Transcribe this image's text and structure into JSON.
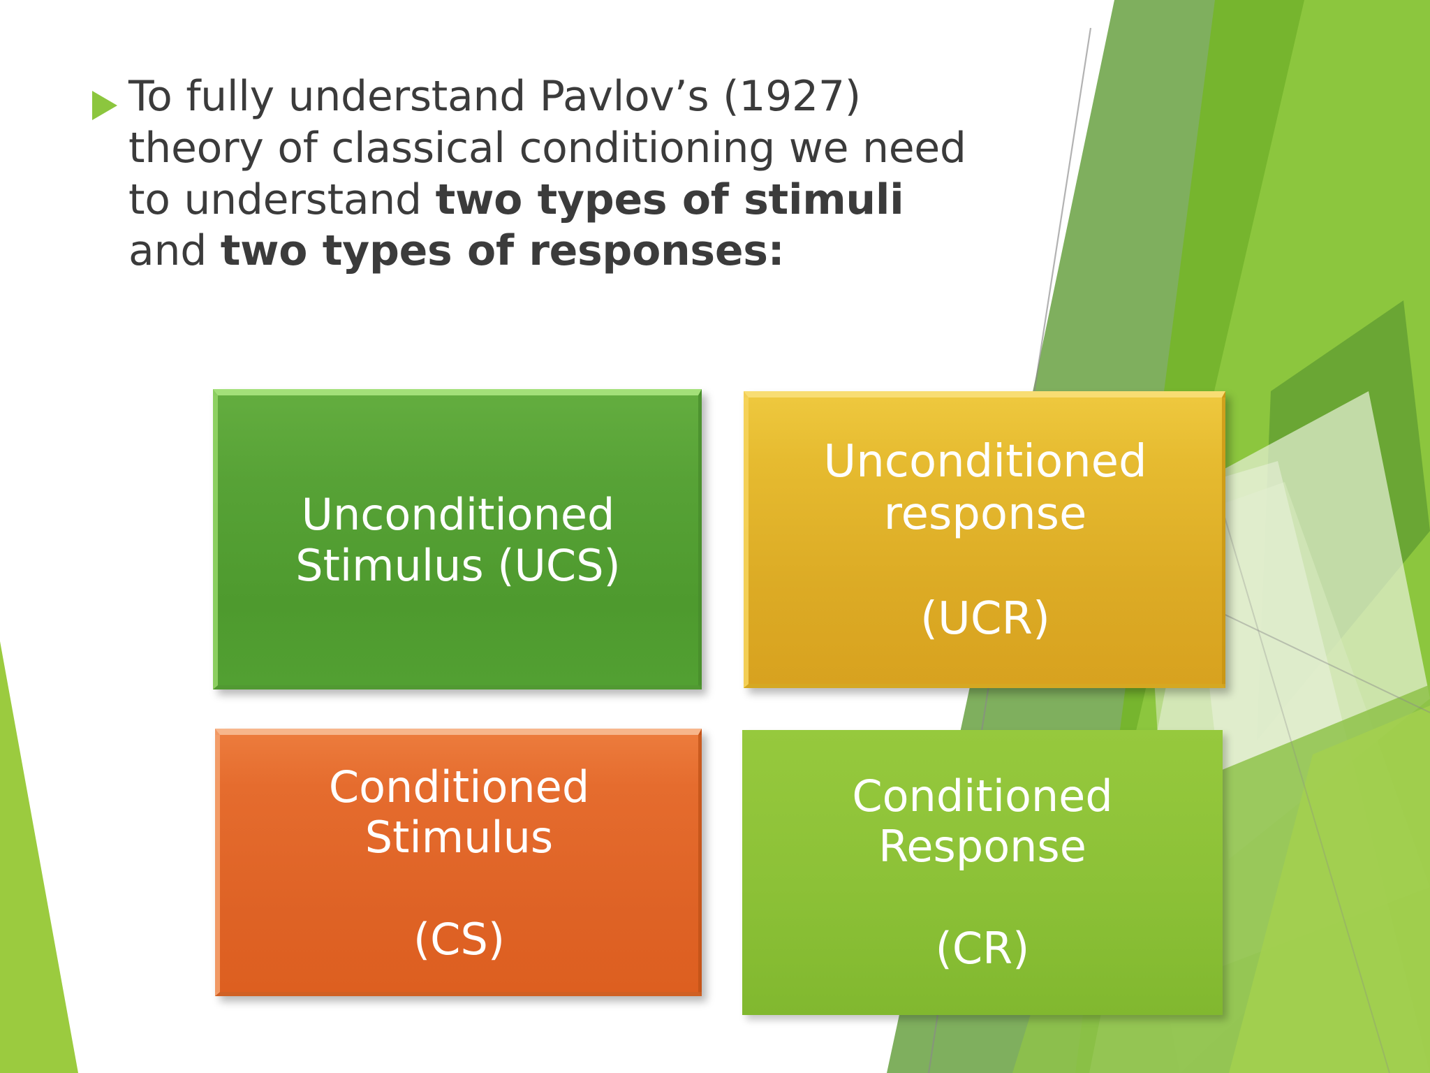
{
  "slide": {
    "background_color": "#ffffff",
    "accent_green": "#8CC63E",
    "body_text_color": "#3B3B3B"
  },
  "bullet": {
    "marker_icon": "triangle-right-bullet-icon",
    "marker_color": "#8CC63E",
    "segments": [
      {
        "text": "To fully understand Pavlov’s (1927) theory of classical conditioning we need to understand ",
        "bold": false
      },
      {
        "text": "two types of stimuli",
        "bold": true
      },
      {
        "text": " and ",
        "bold": false
      },
      {
        "text": "two types of responses:",
        "bold": true
      }
    ],
    "full_text": "To fully understand Pavlov’s (1927) theory of classical conditioning we need to understand two types of stimuli and two types of responses:"
  },
  "boxes": [
    {
      "id": "ucs",
      "label": "Unconditioned\nStimulus (UCS)",
      "fill_color": "#4E9A2E",
      "text_color": "#FFFFFF",
      "style": "beveled"
    },
    {
      "id": "ucr",
      "label": "Unconditioned\nresponse\n\n(UCR)",
      "fill_color": "#DCAB25",
      "text_color": "#FFFFFF",
      "style": "beveled"
    },
    {
      "id": "cs",
      "label": "Conditioned\nStimulus\n\n(CS)",
      "fill_color": "#DE6225",
      "text_color": "#FFFFFF",
      "style": "beveled"
    },
    {
      "id": "cr",
      "label": "Conditioned\nResponse\n\n(CR)",
      "fill_color": "#8CC137",
      "text_color": "#FFFFFF",
      "style": "flat"
    }
  ],
  "decoration": {
    "name": "green-angular-facets",
    "colors": [
      "#7FAF5E",
      "#76B52E",
      "#8CC63E",
      "#A3D04F",
      "#DDEBC6",
      "#C9E0A8",
      "#4E8C2C"
    ]
  }
}
